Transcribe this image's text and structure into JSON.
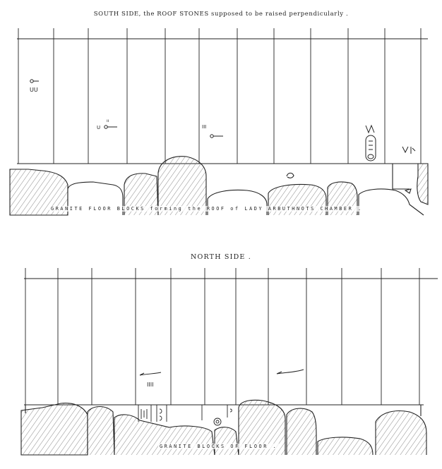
{
  "south": {
    "title": "SOUTH SIDE, the ROOF STONES supposed to be raised perpendicularly .",
    "floor_label": "GRANITE FLOOR BLOCKS forming the ROOF of LADY ARBUTHNOTS CHAMBER ."
  },
  "north": {
    "title": "NORTH SIDE .",
    "floor_label": "GRANITE BLOCKS OF FLOOR ."
  },
  "colors": {
    "ink": "#222222",
    "hatch": "#6a6a6a",
    "paper": "#ffffff"
  }
}
